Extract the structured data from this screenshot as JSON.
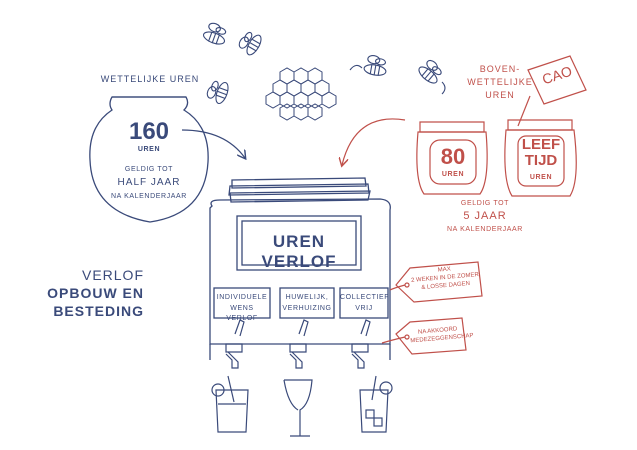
{
  "title": {
    "line1": "VERLOF",
    "line2": "OPBOUW EN",
    "line3": "BESTEDING"
  },
  "statutory": {
    "heading": "WETTELIJKE UREN",
    "value": "160",
    "unit": "UREN",
    "valid_label": "GELDIG TOT",
    "valid_value": "HALF JAAR",
    "valid_suffix": "NA KALENDERJAAR"
  },
  "extra": {
    "heading_line1": "BOVEN-",
    "heading_line2": "WETTELIJKE",
    "heading_line3": "UREN",
    "sign": "CAO",
    "jar1_value": "80",
    "jar1_unit": "UREN",
    "jar2_line1": "LEEF",
    "jar2_line2": "TIJD",
    "jar2_unit": "UREN",
    "valid_label": "GELDIG TOT",
    "valid_value": "5 JAAR",
    "valid_suffix": "NA KALENDERJAAR"
  },
  "dispenser": {
    "label": "UREN VERLOF",
    "tap1_line1": "INDIVIDUELE",
    "tap1_line2": "WENS VERLOF",
    "tap2_line1": "HUWELIJK,",
    "tap2_line2": "VERHUIZING",
    "tap3_line1": "COLLECTIEF",
    "tap3_line2": "VRIJ"
  },
  "tags": {
    "tag1_line1": "MAX",
    "tag1_line2": "2 WEKEN IN DE ZOMER",
    "tag1_line3": "& LOSSE DAGEN",
    "tag2_line1": "NA AKKOORD",
    "tag2_line2": "MEDEZEGGENSCHAP"
  },
  "colors": {
    "navy": "#3a4a7a",
    "red": "#c0504a",
    "background": "#ffffff"
  }
}
